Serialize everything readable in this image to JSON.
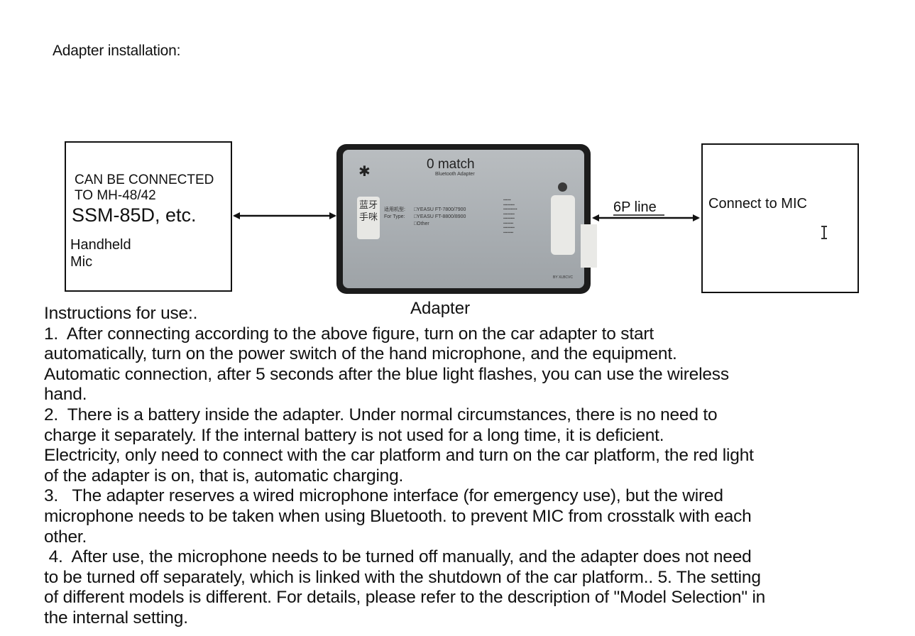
{
  "section_title": "Adapter installation:",
  "left_box": {
    "line1": "CAN BE CONNECTED",
    "line2": "TO MH-48/42",
    "line3": "SSM-85D, etc.",
    "line4": "Handheld",
    "line5": "Mic"
  },
  "right_box": {
    "label": "Connect to MIC"
  },
  "connector_label": "6P line",
  "device": {
    "brand": "0 match",
    "brand_sub": "Bluetooth Adapter",
    "cn_label": "蓝牙手咪",
    "spec_prefix_cn": "适用机型:",
    "spec_prefix_en": "For Type:",
    "spec_options": [
      "□YEASU FT-7800/7900",
      "□YEASU FT-8800/8900",
      "□Other"
    ],
    "maker": "BY XLBCVC"
  },
  "adapter_caption": "Adapter",
  "instructions": {
    "heading": "Instructions for use:.",
    "lines": [
      "1.  After connecting according to the above figure, turn on the car adapter to start",
      "automatically, turn on the power switch of the hand microphone, and the equipment.",
      "Automatic connection, after 5 seconds after the blue light flashes, you can use the wireless",
      "hand.",
      "2.  There is a battery inside the adapter. Under normal circumstances, there is no need to",
      "charge it separately. If the internal battery is not used for a long time, it is deficient.",
      "Electricity, only need to connect with the car platform and turn on the car platform, the red light",
      "of the adapter is on, that is, automatic charging.",
      "3.   The adapter reserves a wired microphone interface (for emergency use), but the wired",
      "microphone needs to be taken when using Bluetooth. to prevent MIC from crosstalk with each",
      "other.",
      " 4.  After use, the microphone needs to be turned off manually, and the adapter does not need",
      "to be turned off separately, which is linked with the shutdown of the car platform.. 5. The setting",
      "of different models is different. For details, please refer to the description of \"Model Selection\" in",
      "the internal setting."
    ]
  }
}
